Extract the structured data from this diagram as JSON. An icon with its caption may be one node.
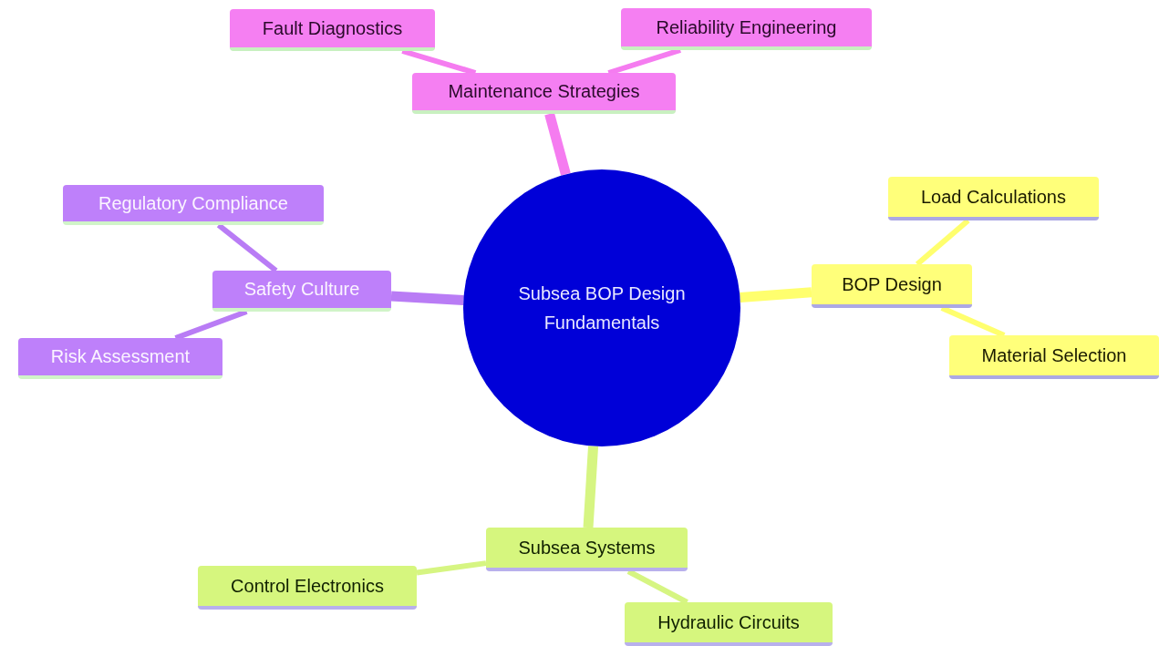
{
  "diagram": {
    "nodes": [
      {
        "text": [
          "Subsea BOP Design Fundamentals"
        ]
      },
      {
        "text": [
          "Maintenance Strategies"
        ]
      },
      {
        "text": [
          "Fault Diagnostics"
        ]
      },
      {
        "text": [
          "Reliability Engineering"
        ]
      },
      {
        "text": [
          "BOP Design"
        ]
      },
      {
        "text": [
          "Load Calculations"
        ]
      },
      {
        "text": [
          "Material Selection"
        ]
      },
      {
        "text": [
          "Subsea Systems"
        ]
      },
      {
        "text": [
          "Control Electronics"
        ]
      },
      {
        "text": [
          "Hydraulic Circuits"
        ]
      },
      {
        "text": [
          "Safety Culture"
        ]
      },
      {
        "text": [
          "Regulatory Compliance"
        ]
      },
      {
        "text": [
          "Risk Assessment"
        ]
      }
    ],
    "edges": [
      {
        "from": 0,
        "to": 1,
        "arrow": "none",
        "style": "thick",
        "color": "#f57cf0"
      },
      {
        "from": 1,
        "to": 2,
        "arrow": "none",
        "color": "#f57cf0"
      },
      {
        "from": 1,
        "to": 3,
        "arrow": "none",
        "color": "#f57cf0"
      },
      {
        "from": 0,
        "to": 4,
        "arrow": "none",
        "style": "thick",
        "color": "#ffff6e"
      },
      {
        "from": 4,
        "to": 5,
        "arrow": "none",
        "color": "#ffff6e"
      },
      {
        "from": 4,
        "to": 6,
        "arrow": "none",
        "color": "#ffff6e"
      },
      {
        "from": 0,
        "to": 7,
        "arrow": "none",
        "style": "thick",
        "color": "#d6f582"
      },
      {
        "from": 7,
        "to": 8,
        "arrow": "none",
        "color": "#d6f582"
      },
      {
        "from": 7,
        "to": 9,
        "arrow": "none",
        "color": "#d6f582"
      },
      {
        "from": 0,
        "to": 10,
        "arrow": "none",
        "style": "thick",
        "color": "#b97cf5"
      },
      {
        "from": 10,
        "to": 11,
        "arrow": "none",
        "color": "#b97cf5"
      },
      {
        "from": 10,
        "to": 12,
        "arrow": "none",
        "color": "#b97cf5"
      }
    ]
  }
}
